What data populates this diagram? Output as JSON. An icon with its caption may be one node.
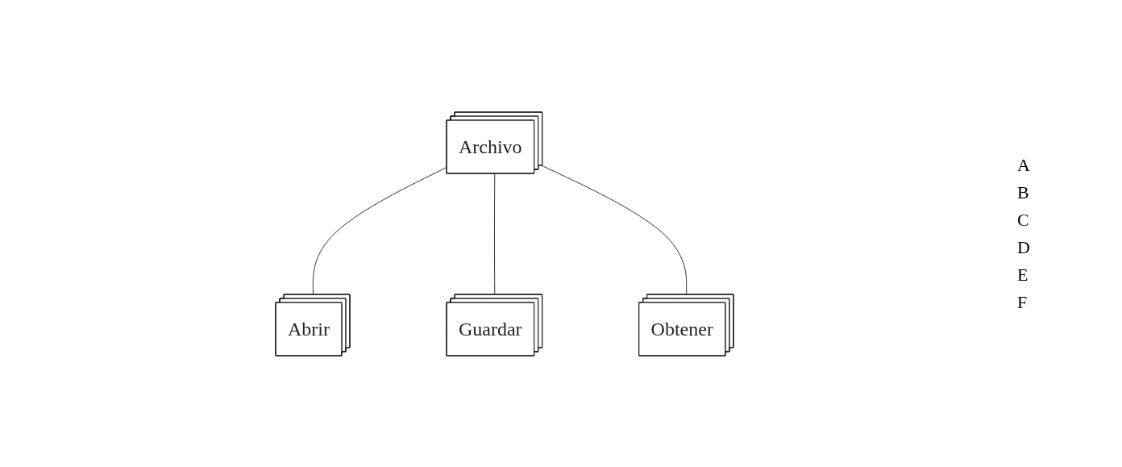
{
  "diagram": {
    "nodes": [
      {
        "text": [
          "Archivo"
        ]
      },
      {
        "text": [
          "Abrir"
        ]
      },
      {
        "text": [
          "Guardar"
        ]
      },
      {
        "text": [
          "Obtener"
        ]
      }
    ],
    "edges": [
      {
        "from": 0,
        "to": 1,
        "arrow": "none"
      },
      {
        "from": 0,
        "to": 2,
        "arrow": "none"
      },
      {
        "from": 0,
        "to": 3,
        "arrow": "none"
      }
    ],
    "labels": [
      "A",
      "B",
      "C",
      "D",
      "E",
      "F"
    ]
  }
}
